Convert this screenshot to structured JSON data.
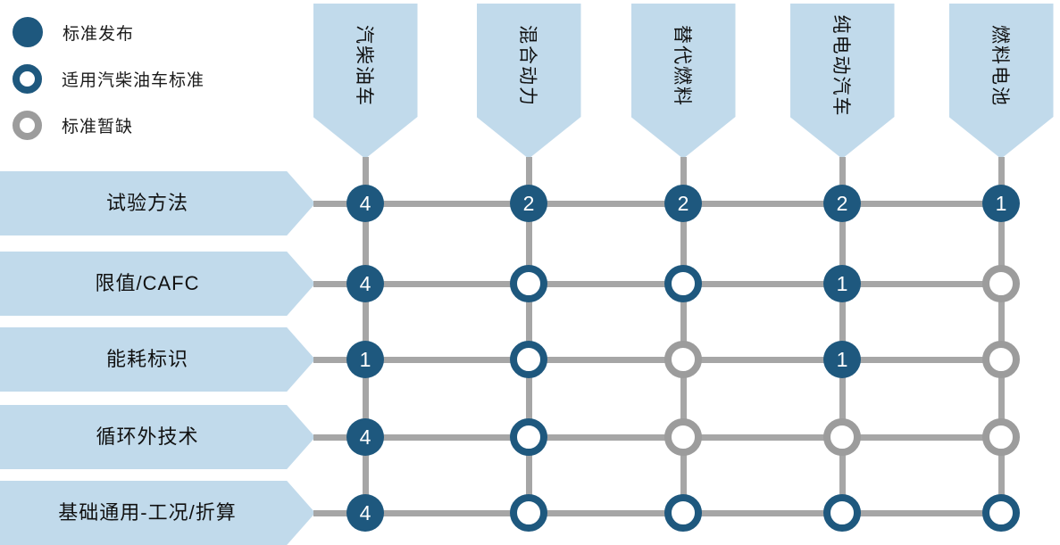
{
  "legend": {
    "items": [
      {
        "id": "published",
        "label": "标准发布"
      },
      {
        "id": "applies_gasoline_diesel",
        "label": "适用汽柴油车标准"
      },
      {
        "id": "missing",
        "label": "标准暂缺"
      }
    ]
  },
  "columns": [
    {
      "label": "汽柴油车"
    },
    {
      "label": "混合动力"
    },
    {
      "label": "替代燃料"
    },
    {
      "label": "纯电动汽车"
    },
    {
      "label": "燃料电池"
    }
  ],
  "rows": [
    {
      "label": "试验方法"
    },
    {
      "label": "限值/CAFC"
    },
    {
      "label": "能耗标识"
    },
    {
      "label": "循环外技术"
    },
    {
      "label": "基础通用-工况/折算"
    }
  ],
  "matrix": [
    [
      {
        "type": "published",
        "count": "4"
      },
      {
        "type": "published",
        "count": "2"
      },
      {
        "type": "published",
        "count": "2"
      },
      {
        "type": "published",
        "count": "2"
      },
      {
        "type": "published",
        "count": "1"
      }
    ],
    [
      {
        "type": "published",
        "count": "4"
      },
      {
        "type": "applies_gasoline_diesel"
      },
      {
        "type": "applies_gasoline_diesel"
      },
      {
        "type": "published",
        "count": "1"
      },
      {
        "type": "missing"
      }
    ],
    [
      {
        "type": "published",
        "count": "1"
      },
      {
        "type": "applies_gasoline_diesel"
      },
      {
        "type": "missing"
      },
      {
        "type": "published",
        "count": "1"
      },
      {
        "type": "missing"
      }
    ],
    [
      {
        "type": "published",
        "count": "4"
      },
      {
        "type": "applies_gasoline_diesel"
      },
      {
        "type": "missing"
      },
      {
        "type": "missing"
      },
      {
        "type": "missing"
      }
    ],
    [
      {
        "type": "published",
        "count": "4"
      },
      {
        "type": "applies_gasoline_diesel"
      },
      {
        "type": "applies_gasoline_diesel"
      },
      {
        "type": "applies_gasoline_diesel"
      },
      {
        "type": "applies_gasoline_diesel"
      }
    ]
  ],
  "colors": {
    "dark_blue": "#1E587E",
    "light_blue": "#C1DAEB",
    "line_gray": "#A6A6A6",
    "ring_gray": "#9C9C9C",
    "count_text": "#FFFFFF"
  }
}
